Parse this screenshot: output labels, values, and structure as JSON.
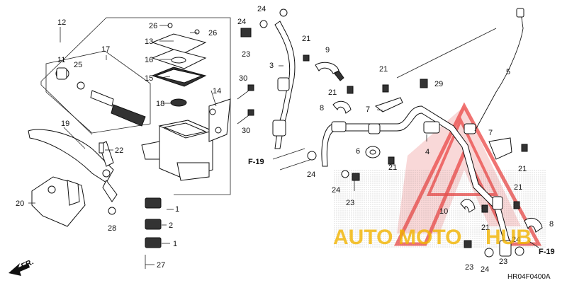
{
  "diagram": {
    "code": "HR04F0400A",
    "direction_label": "FR.",
    "ref_labels": [
      "F-19",
      "F-19"
    ],
    "callouts": [
      "1",
      "1",
      "2",
      "3",
      "4",
      "5",
      "6",
      "7",
      "7",
      "8",
      "8",
      "9",
      "10",
      "11",
      "12",
      "13",
      "14",
      "15",
      "16",
      "17",
      "18",
      "19",
      "20",
      "21",
      "21",
      "21",
      "21",
      "21",
      "21",
      "22",
      "23",
      "23",
      "23",
      "23",
      "24",
      "24",
      "24",
      "24",
      "24",
      "24",
      "25",
      "26",
      "26",
      "27",
      "28",
      "29",
      "30",
      "30"
    ]
  },
  "watermark": {
    "text_auto": "AUTO",
    "text_moto": "MOTO",
    "text_hub": "HUB",
    "accent_color": "#e8322f",
    "secondary_color": "#f2b400"
  }
}
